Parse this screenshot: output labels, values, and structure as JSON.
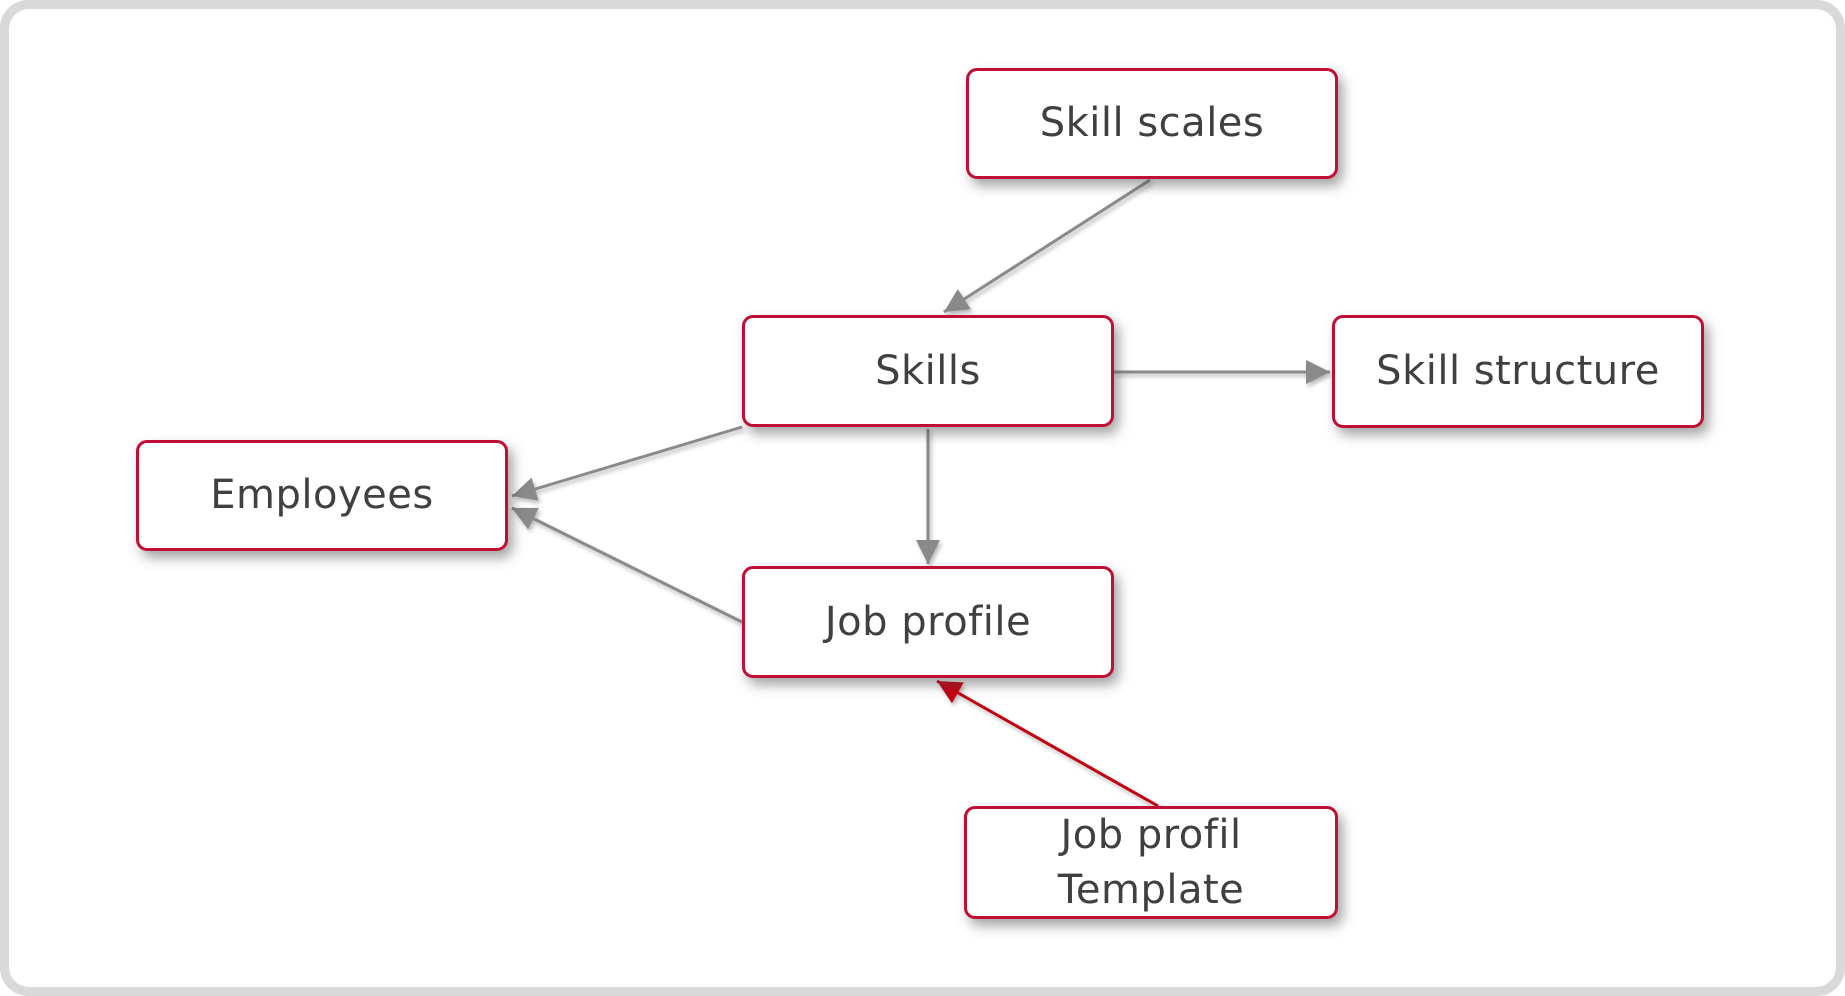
{
  "diagram": {
    "colors": {
      "node_border": "#c00f35",
      "node_fill": "#ffffff",
      "node_text": "#404040",
      "edge_gray": "#8a8a8a",
      "edge_red": "#c40010",
      "frame": "#d9d9d9"
    },
    "nodes": [
      {
        "id": "skill-scales",
        "label": "Skill scales"
      },
      {
        "id": "skills",
        "label": "Skills"
      },
      {
        "id": "skill-structure",
        "label": "Skill structure"
      },
      {
        "id": "employees",
        "label": "Employees"
      },
      {
        "id": "job-profile",
        "label": "Job profile"
      },
      {
        "id": "job-profil-template",
        "label": "Job profil\nTemplate"
      }
    ],
    "edges": [
      {
        "from": "skill-scales",
        "to": "skills",
        "color": "gray",
        "points": [
          1150,
          180,
          944,
          312
        ]
      },
      {
        "from": "skills",
        "to": "skill-structure",
        "color": "gray",
        "points": [
          1114,
          372,
          1330,
          372
        ]
      },
      {
        "from": "skills",
        "to": "employees",
        "color": "gray",
        "points": [
          742,
          427,
          512,
          496
        ]
      },
      {
        "from": "skills",
        "to": "job-profile",
        "color": "gray",
        "points": [
          928,
          429,
          928,
          564
        ]
      },
      {
        "from": "job-profile",
        "to": "employees",
        "color": "gray",
        "points": [
          742,
          622,
          512,
          508
        ]
      },
      {
        "from": "job-profil-template",
        "to": "job-profile",
        "color": "red",
        "points": [
          1158,
          806,
          937,
          681
        ]
      }
    ]
  }
}
